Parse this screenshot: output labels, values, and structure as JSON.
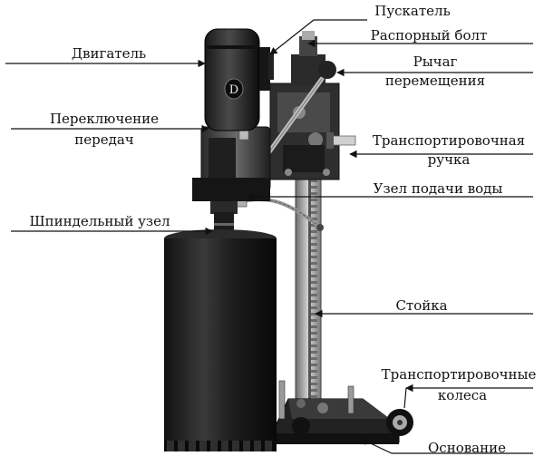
{
  "labels": {
    "dvigatel": "Двигатель",
    "pereklyuchenie_1": "Переключение",
    "pereklyuchenie_2": "передач",
    "shpindel": "Шпиндельный узел",
    "puskatel": "Пускатель",
    "rasporny_bolt": "Распорный болт",
    "rychag_1": "Рычаг",
    "rychag_2": "перемещения",
    "ruchka_1": "Транспортировочная",
    "ruchka_2": "ручка",
    "uzel_vody": "Узел подачи воды",
    "stoyka": "Стойка",
    "kolesa_1": "Транспортировочные",
    "kolesa_2": "колеса",
    "osnovanie": "Основание"
  },
  "motor_badge": "D"
}
